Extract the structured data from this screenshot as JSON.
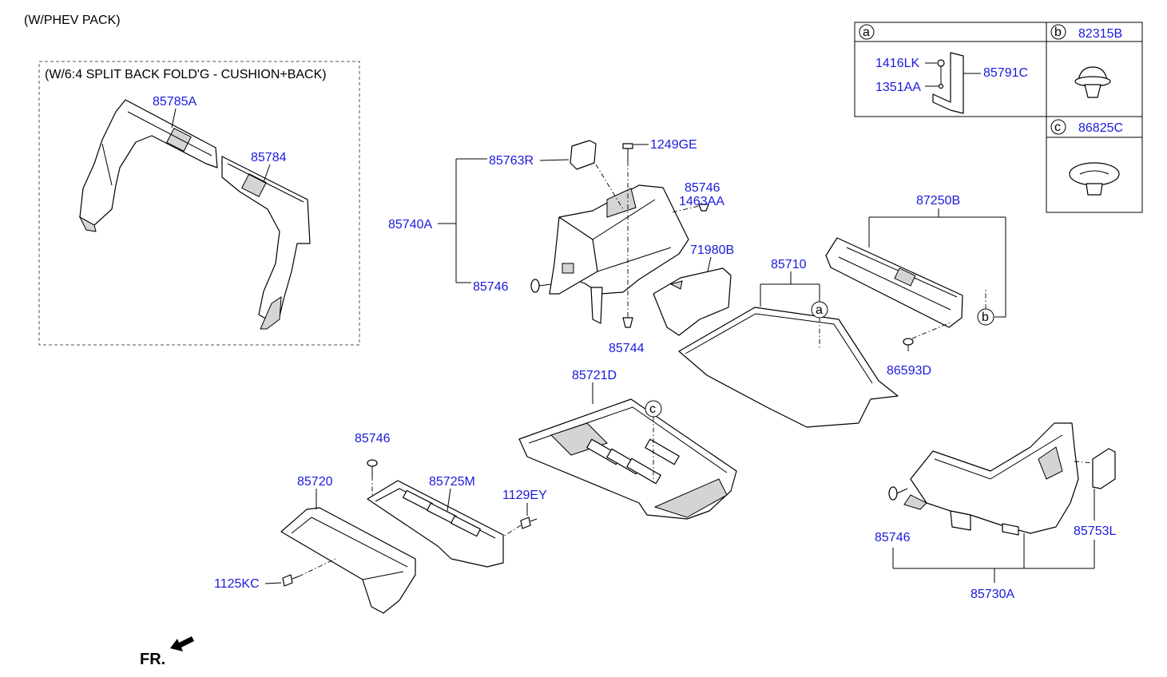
{
  "header": {
    "variant": "(W/PHEV PACK)"
  },
  "inset": {
    "caption": "(W/6:4 SPLIT BACK FOLD'G - CUSHION+BACK)"
  },
  "callouts": {
    "a": "a",
    "b": "b",
    "c": "c"
  },
  "legend": {
    "a_parts": [
      "1416LK",
      "1351AA",
      "85791C"
    ],
    "b_part": "82315B",
    "c_part": "86825C"
  },
  "parts": {
    "p85785A": "85785A",
    "p85784": "85784",
    "p85763R": "85763R",
    "p1249GE": "1249GE",
    "p85740A": "85740A",
    "p85746_a": "85746",
    "p1463AA": "1463AA",
    "p85746_b": "85746",
    "p71980B": "71980B",
    "p85744": "85744",
    "p85710": "85710",
    "p87250B": "87250B",
    "p86593D": "86593D",
    "p85721D": "85721D",
    "p85746_c": "85746",
    "p85720": "85720",
    "p85725M": "85725M",
    "p1129EY": "1129EY",
    "p1125KC": "1125KC",
    "p85746_d": "85746",
    "p85753L": "85753L",
    "p85730A": "85730A"
  },
  "direction": {
    "label": "FR."
  },
  "colors": {
    "label": "#1a1adc",
    "line": "#000000"
  }
}
